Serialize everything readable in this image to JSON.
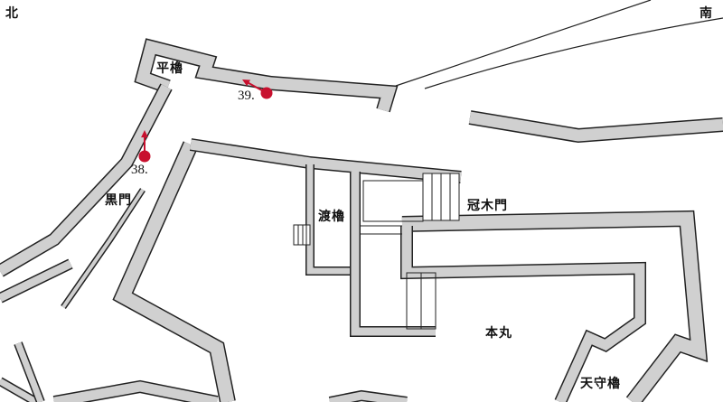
{
  "compass": {
    "north": "北",
    "south": "南"
  },
  "labels": {
    "hira_yagura": "平櫓",
    "kuro_mon": "黒門",
    "watari_yagura": "渡櫓",
    "kabuki_mon": "冠木門",
    "honmaru": "本丸",
    "tenshu_yagura": "天守櫓"
  },
  "markers": [
    {
      "id": "38",
      "label": "38."
    },
    {
      "id": "39",
      "label": "39."
    }
  ],
  "colors": {
    "marker": "#c8102e",
    "wall": "#d0d0d0",
    "outline": "#222222"
  }
}
